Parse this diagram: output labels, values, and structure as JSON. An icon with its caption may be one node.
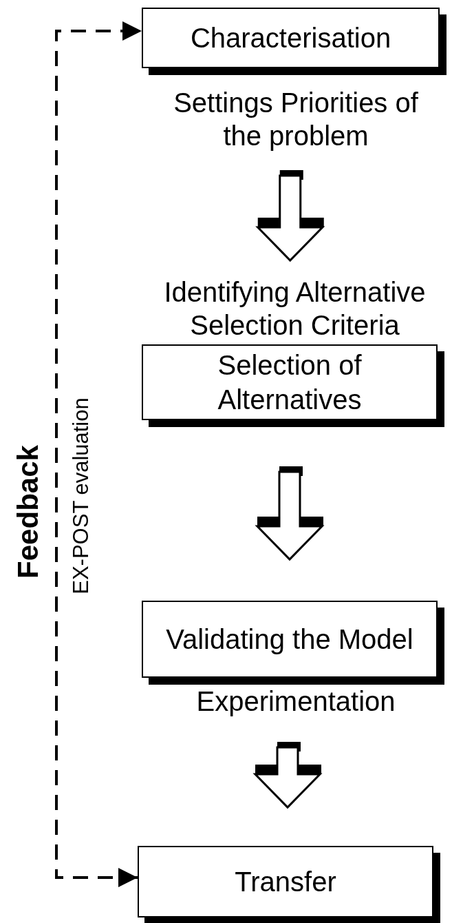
{
  "diagram": {
    "nodes": [
      {
        "text": [
          "Characterisation"
        ],
        "beside": [
          "Settings Priorities of the problem"
        ]
      },
      {
        "text": [
          "Selection of Alternatives"
        ],
        "beside": [
          "Identifying Alternative Selection Criteria"
        ]
      },
      {
        "text": [
          "Validating the Model"
        ],
        "beside": [
          "Experimentation"
        ]
      },
      {
        "text": [
          "Transfer"
        ]
      }
    ],
    "edges": [
      {
        "from": 0,
        "to": 1,
        "arrow": "to",
        "style": "thick"
      },
      {
        "from": 1,
        "to": 2,
        "arrow": "to",
        "style": "thick"
      },
      {
        "from": 2,
        "to": 3,
        "arrow": "to",
        "style": "thick"
      },
      {
        "from": 3,
        "to": 0,
        "arrow": "both",
        "style": "dashed"
      }
    ],
    "labels": [
      "Feedback",
      "EX-POST evaluation"
    ]
  }
}
